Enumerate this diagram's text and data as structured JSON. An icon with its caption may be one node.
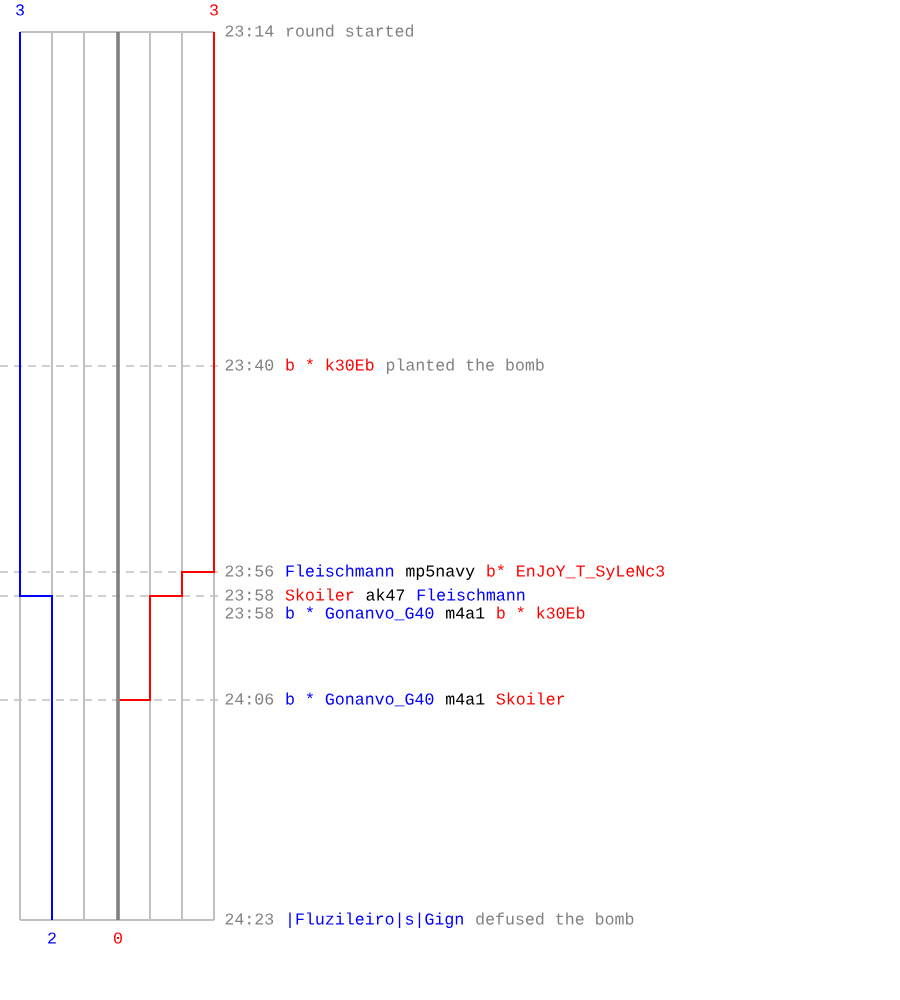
{
  "diagram": {
    "labels": [
      "3",
      "3",
      "23:14",
      "round started",
      "23:40",
      "b * k30Eb",
      "planted the bomb",
      "23:56",
      "Fleischmann",
      "mp5navy",
      "b* EnJoY_T_SyLeNc3",
      "23:58",
      "Skoiler",
      "ak47",
      "Fleischmann",
      "23:58",
      "b * Gonanvo_G40",
      "m4a1",
      "b * k30Eb",
      "24:06",
      "b * Gonanvo_G40",
      "m4a1",
      "Skoiler",
      "24:23",
      "|Fluzileiro|s|Gign",
      "defused the bomb",
      "2",
      "0"
    ]
  }
}
